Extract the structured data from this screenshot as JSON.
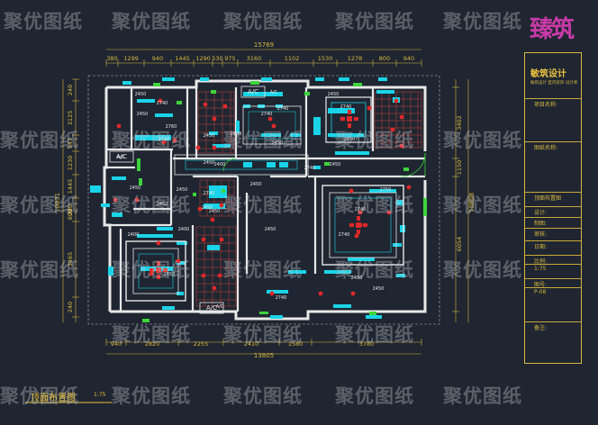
{
  "plan": {
    "title": "顶面布置图",
    "scale": "1:75"
  },
  "dimensions": {
    "top_overall": "15769",
    "top": [
      "380",
      "1299",
      "940",
      "1445",
      "1290",
      "530",
      "975",
      "3160",
      "1102",
      "1530",
      "1278",
      "800",
      "940"
    ],
    "left": [
      "240",
      "3125",
      "547",
      "1230",
      "1445",
      "240",
      "3465",
      "240"
    ],
    "left_overall": "10831",
    "left_small": "800",
    "bottom": [
      "940",
      "2820",
      "2255",
      "2410",
      "1580",
      "3780"
    ],
    "bottom_overall": "13805",
    "right": [
      "3402",
      "1150",
      "6054"
    ],
    "right_overall": "10808"
  },
  "room_labels": [
    {
      "text": "2450"
    },
    {
      "text": "2740"
    },
    {
      "text": "2450"
    },
    {
      "text": "2760"
    },
    {
      "text": "2450"
    },
    {
      "text": "A/C"
    },
    {
      "text": "2740"
    },
    {
      "text": "2450"
    },
    {
      "text": "2450"
    },
    {
      "text": "2740"
    },
    {
      "text": "2450"
    },
    {
      "text": "2450"
    },
    {
      "text": "2450"
    },
    {
      "text": "A/C"
    },
    {
      "text": "2400"
    },
    {
      "text": "2450"
    },
    {
      "text": "2450"
    },
    {
      "text": "2740"
    },
    {
      "text": "2450"
    },
    {
      "text": "2450"
    },
    {
      "text": "2450"
    },
    {
      "text": "2450"
    },
    {
      "text": "2450"
    },
    {
      "text": "2450"
    },
    {
      "text": "2740"
    },
    {
      "text": "2450"
    },
    {
      "text": "2450"
    },
    {
      "text": "2400"
    },
    {
      "text": "2740"
    },
    {
      "text": "2750"
    },
    {
      "text": "2400"
    },
    {
      "text": "2740"
    },
    {
      "text": "2850"
    },
    {
      "text": "2740"
    },
    {
      "text": "2740"
    },
    {
      "text": "2740"
    },
    {
      "text": "A/C"
    }
  ],
  "title_block": {
    "company": "敏筑设计",
    "subtitle": "敏筑设计 室内装饰 设计师",
    "fields": [
      "项目名称:",
      "图纸名称:",
      "顶面布置图",
      "设计:",
      "制图:",
      "审核:",
      "日期:",
      "比例:",
      "1:75",
      "图号:",
      "P-08",
      "备注:"
    ]
  },
  "logo_text": "臻筑",
  "watermark": "聚优图纸",
  "colors": {
    "background": "#1f2631",
    "wall": "#e8e8e8",
    "dimension": "#d8b640",
    "fixture_cyan": "#19d4e8",
    "fixture_green": "#3fd43c",
    "light_red": "#e02828",
    "ceiling_grid": "#c8423a",
    "accent_magenta": "#c83aa8"
  }
}
